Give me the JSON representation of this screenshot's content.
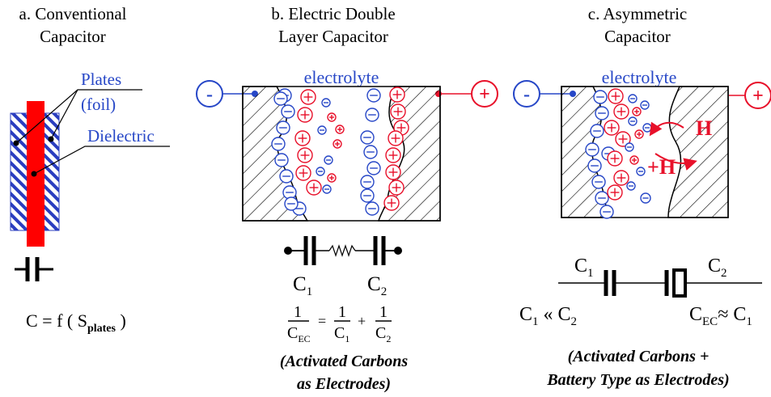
{
  "panel_a": {
    "title_line1": "a. Conventional",
    "title_line2": "Capacitor",
    "label_plates": "Plates",
    "label_foil": "(foil)",
    "label_dielectric": "Dielectric",
    "formula_prefix": "C = f ( S",
    "formula_sub": "plates",
    "formula_suffix": " )"
  },
  "panel_b": {
    "title_line1": "b. Electric Double",
    "title_line2": "Layer Capacitor",
    "electrolyte": "electrolyte",
    "neg_sign": "-",
    "pos_sign": "+",
    "c1": "C",
    "c1_sub": "1",
    "c2": "C",
    "c2_sub": "2",
    "eq_one": "1",
    "eq_cec": "C",
    "eq_cec_sub": "EC",
    "eq_c1": "C",
    "eq_c1_sub": "1",
    "eq_c2": "C",
    "eq_c2_sub": "2",
    "eq_equals": "=",
    "eq_plus": "+",
    "note_line1": "(Activated Carbons",
    "note_line2": "as Electrodes)"
  },
  "panel_c": {
    "title_line1": "c. Asymmetric",
    "title_line2": "Capacitor",
    "electrolyte": "electrolyte",
    "neg_sign": "-",
    "pos_sign": "+",
    "h_label": "H",
    "h_plus_label": "+H",
    "c1": "C",
    "c1_sub": "1",
    "c2": "C",
    "c2_sub": "2",
    "rel_left_c1": "C",
    "rel_left_c1_sub": "1",
    "rel_left_op": " « C",
    "rel_left_c2_sub": "2",
    "rel_right_cec": "C",
    "rel_right_cec_sub": "EC",
    "rel_right_op": "≈ C",
    "rel_right_c1_sub": "1",
    "note_line1": "(Activated Carbons  +",
    "note_line2": "Battery Type as Electrodes)"
  },
  "colors": {
    "blue": "#2747c7",
    "red": "#e8102a",
    "black": "#000000"
  }
}
